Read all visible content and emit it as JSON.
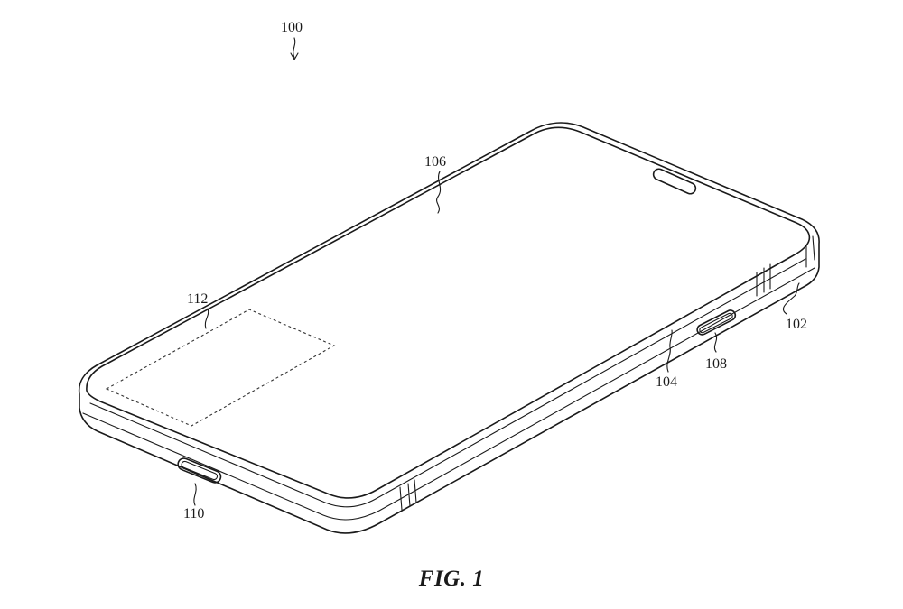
{
  "figure": {
    "caption": "FIG. 1"
  },
  "reference_labels": {
    "device": "100",
    "housing": "102",
    "sidewall": "104",
    "cover": "106",
    "side_button": "108",
    "bottom_port": "110",
    "region": "112"
  }
}
